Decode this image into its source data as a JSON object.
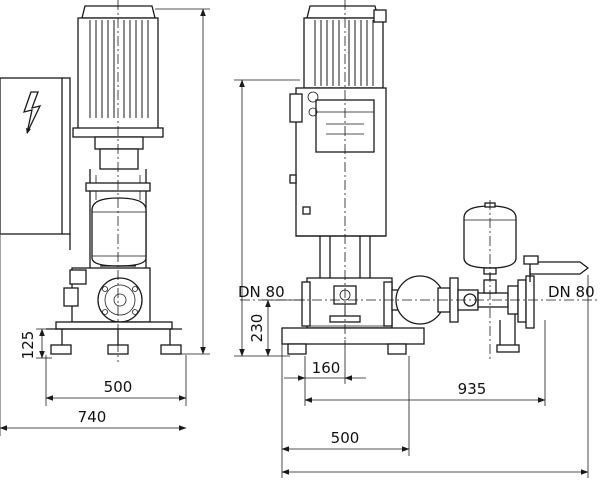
{
  "dimensions": {
    "front": {
      "height_125": "125",
      "width_500": "500",
      "width_740": "740"
    },
    "side": {
      "inlet": "DN 80",
      "outlet": "DN 80",
      "height_230": "230",
      "offset_160": "160",
      "length_935": "935",
      "base_500": "500"
    }
  },
  "symbols": {
    "control_box": "high-voltage-icon"
  }
}
